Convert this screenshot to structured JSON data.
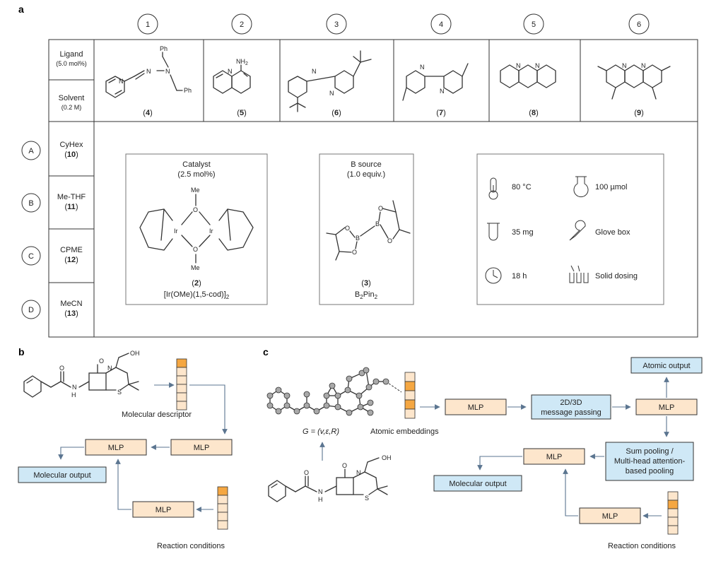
{
  "panel_a": {
    "letter": "a",
    "ligand_numbers": [
      "1",
      "2",
      "3",
      "4",
      "5",
      "6"
    ],
    "row_header_ligand": "Ligand",
    "row_header_ligand_sub": "(5.0 mol%)",
    "row_header_solvent": "Solvent",
    "row_header_solvent_sub": "(0.2 M)",
    "ligand_compound_ids": [
      "4",
      "5",
      "6",
      "7",
      "8",
      "9"
    ],
    "ligand_atom_labels": {
      "ph1": "Ph",
      "ph2": "Ph",
      "n1": "N",
      "n2": "N",
      "n3": "N",
      "nh2": "NH",
      "nh2_sub": "2"
    },
    "solvents": [
      {
        "letter": "A",
        "name": "CyHex",
        "id": "10"
      },
      {
        "letter": "B",
        "name": "Me-THF",
        "id": "11"
      },
      {
        "letter": "C",
        "name": "CPME",
        "id": "12"
      },
      {
        "letter": "D",
        "name": "MeCN",
        "id": "13"
      }
    ],
    "catalyst": {
      "title": "Catalyst",
      "loading": "(2.5 mol%)",
      "id": "2",
      "formula_prefix": "[Ir(OMe)(1,5-cod)]",
      "formula_sub": "2",
      "atom_me": "Me",
      "atom_o": "O",
      "atom_ir": "Ir"
    },
    "boron": {
      "title": "B source",
      "loading": "(1.0 equiv.)",
      "id": "3",
      "formula_b": "B",
      "formula_sub1": "2",
      "formula_pin": "Pin",
      "formula_sub2": "2",
      "atom_b": "B",
      "atom_o": "O"
    },
    "conditions": [
      {
        "icon": "thermometer-icon",
        "text": "80 °C"
      },
      {
        "icon": "flask-icon",
        "text": "100 µmol"
      },
      {
        "icon": "test-tube-icon",
        "text": "35 mg"
      },
      {
        "icon": "wrench-icon",
        "text": "Glove box"
      },
      {
        "icon": "clock-icon",
        "text": "18 h"
      },
      {
        "icon": "solid-dosing-icon",
        "text": "Solid dosing"
      }
    ]
  },
  "panel_b": {
    "letter": "b",
    "molecular_descriptor": "Molecular descriptor",
    "mlp_labels": [
      "MLP",
      "MLP",
      "MLP"
    ],
    "molecular_output": "Molecular output",
    "reaction_conditions": "Reaction conditions",
    "atom_o": "O",
    "atom_oh": "OH",
    "atom_n": "N",
    "atom_h": "H",
    "atom_s": "S",
    "atom_nh": "N",
    "atom_nh_h": "H"
  },
  "panel_c": {
    "letter": "c",
    "graph_label": "G = (v,ε,R)",
    "atomic_embeddings": "Atomic embeddings",
    "mlp_labels": [
      "MLP",
      "MLP",
      "MLP",
      "MLP"
    ],
    "message_passing_1": "2D/3D",
    "message_passing_2": "message passing",
    "atomic_output": "Atomic output",
    "pooling_1": "Sum pooling /",
    "pooling_2": "Multi-head attention-",
    "pooling_3": "based pooling",
    "molecular_output": "Molecular output",
    "reaction_conditions": "Reaction conditions",
    "atom_o": "O",
    "atom_oh": "OH",
    "atom_n": "N",
    "atom_s": "S",
    "atom_h": "H"
  },
  "colors": {
    "mlp_fill": "#fde6cc",
    "output_fill": "#cfe8f6",
    "embedding_orange": "#f5a742",
    "embedding_light": "#fde6cc",
    "arrow": "#5b7590",
    "node_gray": "#a9a9a9"
  }
}
